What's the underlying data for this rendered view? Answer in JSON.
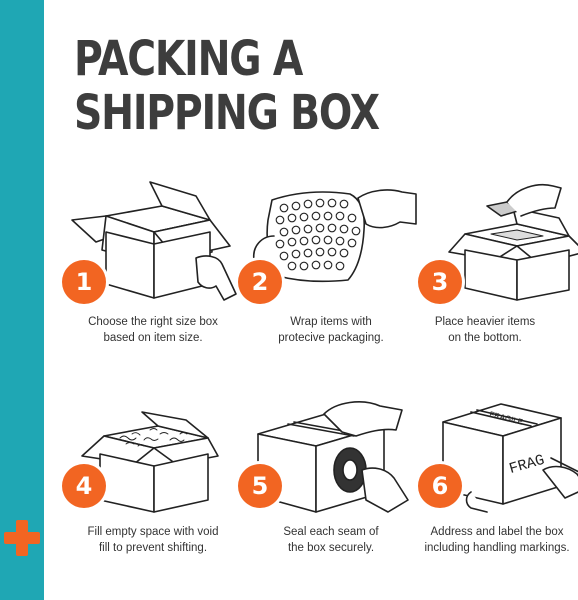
{
  "title": {
    "line1": "PACKING A",
    "line2": "SHIPPING BOX"
  },
  "brand_colors": {
    "accent_teal": "#1fa7b4",
    "accent_orange": "#f26522",
    "text_dark": "#3d3d3d"
  },
  "steps": [
    {
      "number": "1",
      "caption": "Choose the right size box\nbased on item size.",
      "icon": "open-box-icon"
    },
    {
      "number": "2",
      "caption": "Wrap items with\nprotecive packaging.",
      "icon": "bubble-wrap-icon"
    },
    {
      "number": "3",
      "caption": "Place heavier items\non the bottom.",
      "icon": "box-with-item-icon"
    },
    {
      "number": "4",
      "caption": "Fill empty space with void\nfill to prevent shifting.",
      "icon": "void-fill-box-icon"
    },
    {
      "number": "5",
      "caption": "Seal each seam of\nthe box securely.",
      "icon": "tape-sealing-icon"
    },
    {
      "number": "6",
      "caption": "Address and label the box\nincluding handling markings.",
      "icon": "labeled-box-icon"
    }
  ],
  "labels": {
    "box_side": "FRAG",
    "box_top": "FRAGILE"
  }
}
